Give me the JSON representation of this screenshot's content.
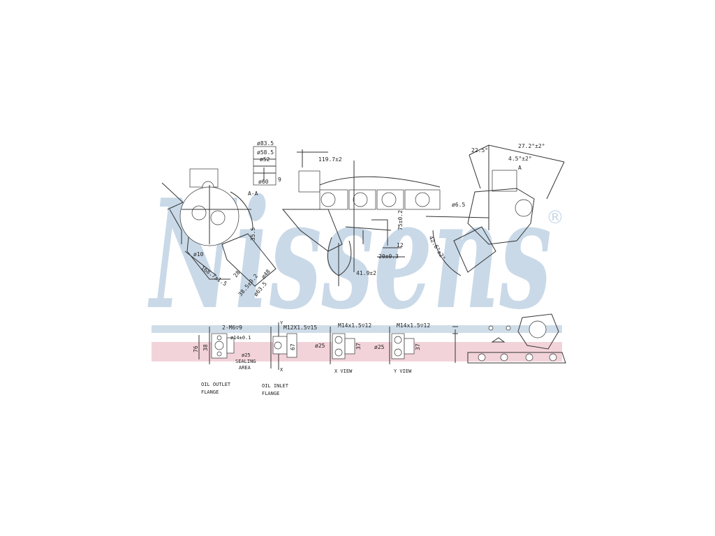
{
  "brand": {
    "watermark": "Nissens",
    "registered": "®",
    "watermark_color": "#c9d9e8",
    "stripe_blue": "#cfdde9",
    "stripe_red": "#f3d3da"
  },
  "top_left_view": {
    "section_label": "A-A",
    "dims": [
      "ø83.5",
      "ø58.5",
      "ø52",
      "ø60",
      "9",
      "ø10",
      "168.7±1.5",
      "28",
      "38.5±0.2",
      "ø48",
      "ø63.5",
      "35.5"
    ]
  },
  "center_view": {
    "dims": [
      "119.7±2",
      "75±0.2",
      "12",
      "20±0.3",
      "41.9±2"
    ]
  },
  "right_view": {
    "dims": [
      "22.5°",
      "27.2°±2°",
      "4.5°±2°",
      "A",
      "ø6.5",
      "42.6°±2°"
    ]
  },
  "flanges": [
    {
      "name": "OIL OUTLET",
      "sub": "FLANGE",
      "dims": [
        "2-M6▽9",
        "ø14±0.1",
        "76",
        "38",
        "ø25",
        "SEALING",
        "AREA"
      ]
    },
    {
      "name": "OIL INLET",
      "sub": "FLANGE",
      "dims": [
        "M12X1.5▽15",
        "67",
        "Y",
        "X"
      ]
    },
    {
      "name": "X VIEW",
      "dims": [
        "M14x1.5▽12",
        "ø25",
        "37"
      ]
    },
    {
      "name": "Y VIEW",
      "dims": [
        "M14x1.5▽12",
        "ø25",
        "37"
      ]
    }
  ]
}
